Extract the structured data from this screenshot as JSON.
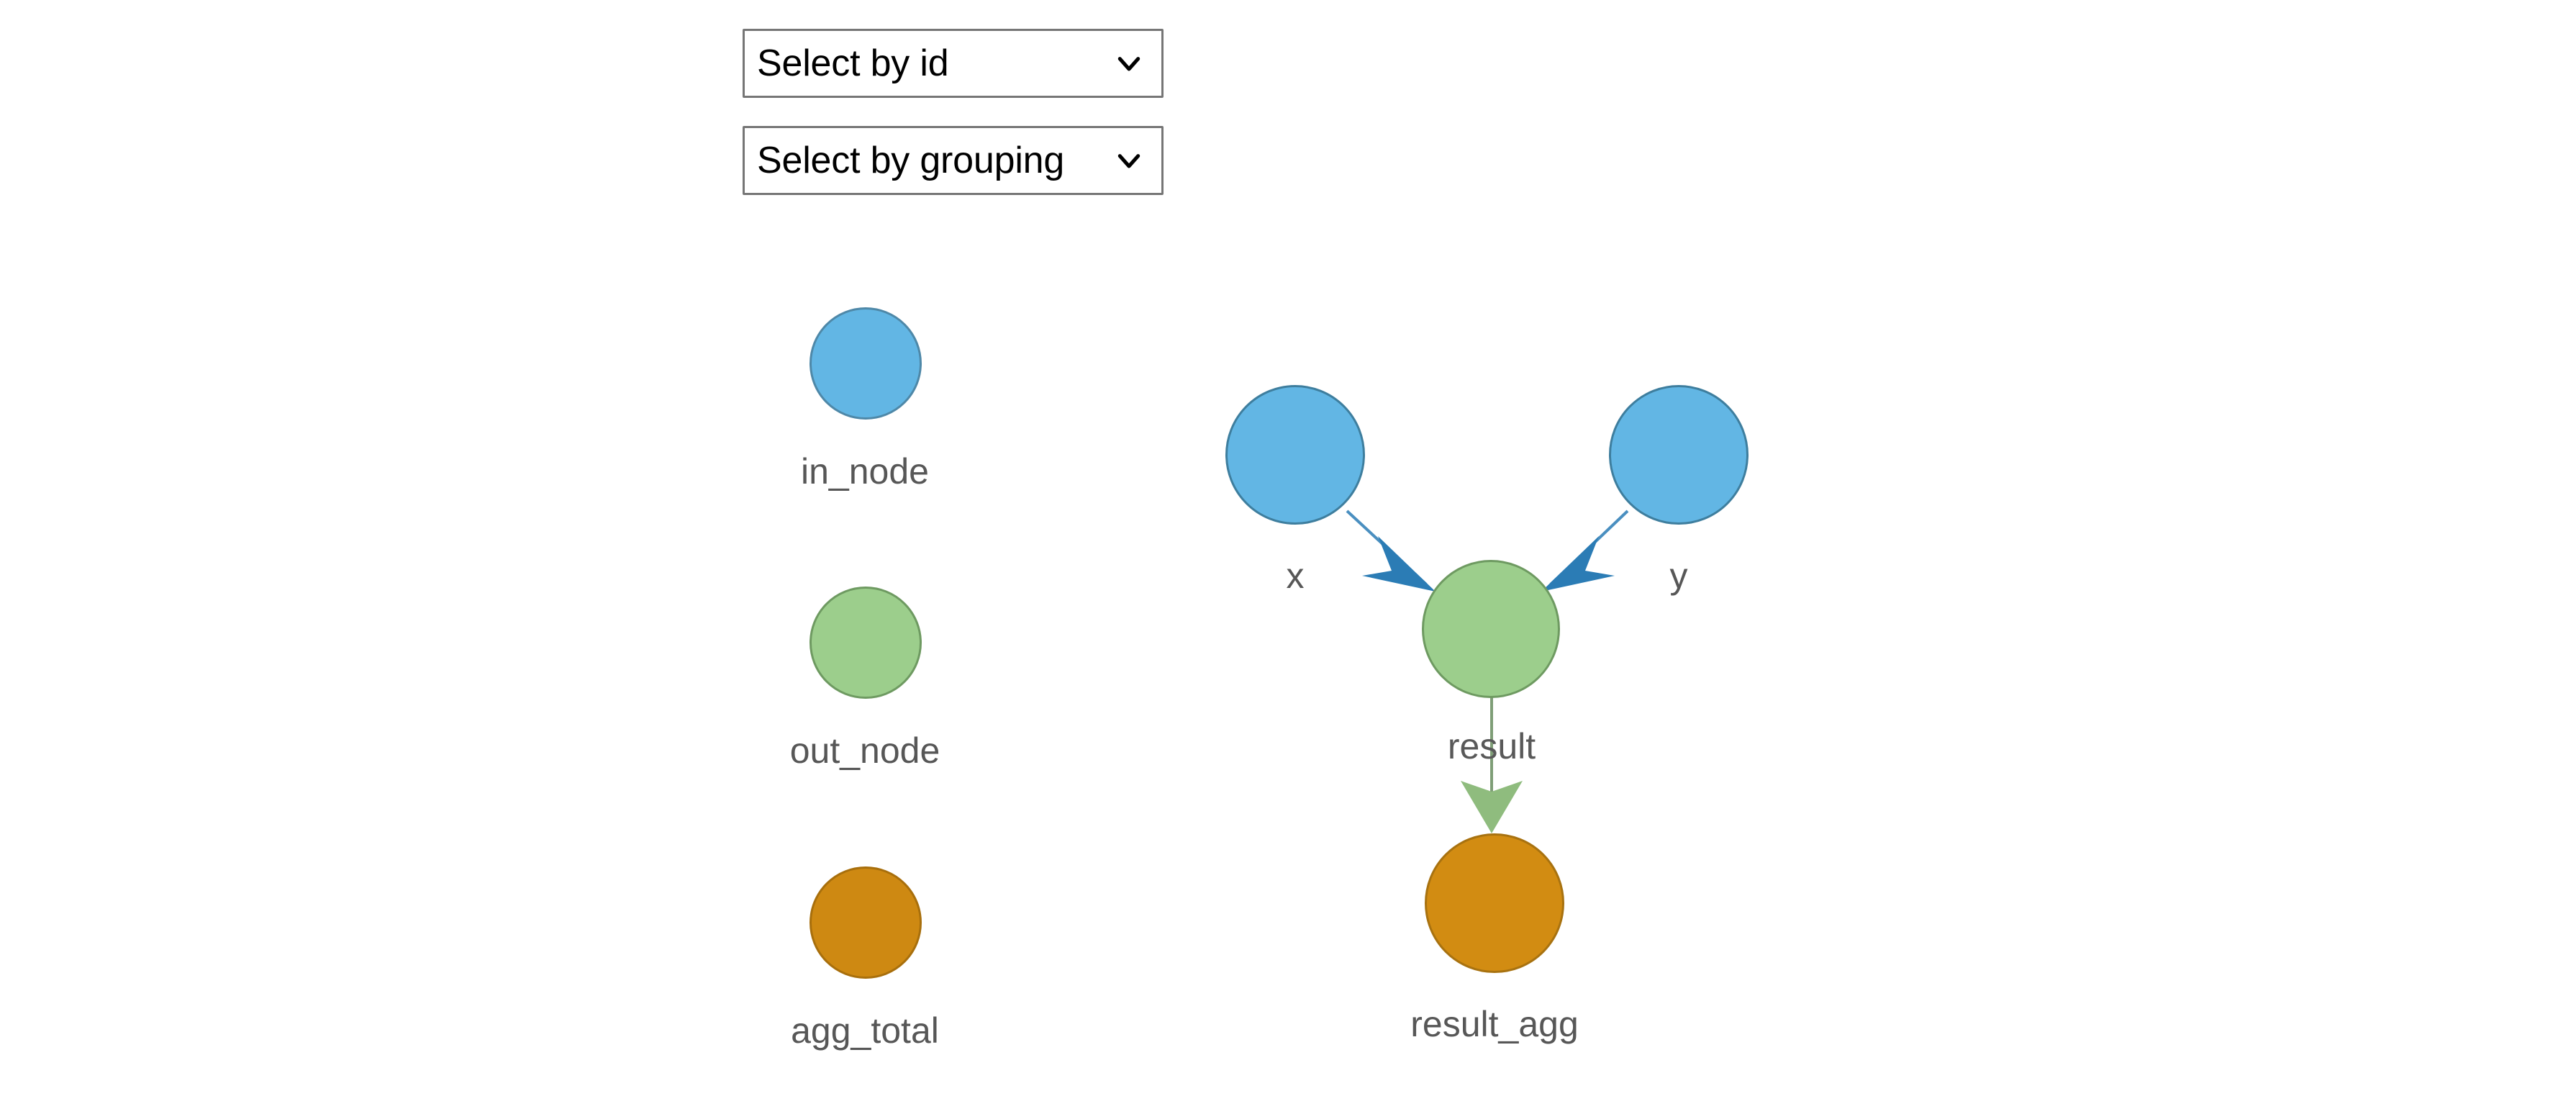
{
  "controls": {
    "id_select": {
      "value": "Select by id",
      "icon": "chevron-down-icon"
    },
    "grouping_select": {
      "value": "Select by grouping",
      "icon": "chevron-down-icon"
    }
  },
  "legend": {
    "items": [
      {
        "label": "in_node",
        "fill": "#62B6E4",
        "stroke": "#4E88A8"
      },
      {
        "label": "out_node",
        "fill": "#9CCE8C",
        "stroke": "#6E9A61"
      },
      {
        "label": "agg_total",
        "fill": "#CE8912",
        "stroke": "#A86F0C"
      }
    ]
  },
  "graph": {
    "nodes": [
      {
        "id": "x",
        "label": "x",
        "type": "in_node",
        "fill": "#62B6E4",
        "stroke": "#3E7E9E"
      },
      {
        "id": "y",
        "label": "y",
        "type": "in_node",
        "fill": "#62B6E4",
        "stroke": "#3E7E9E"
      },
      {
        "id": "result",
        "label": "",
        "type": "out_node",
        "fill": "#9CCE8C",
        "stroke": "#6E9A61"
      },
      {
        "id": "result_agg",
        "label": "result_agg",
        "type": "agg_total",
        "fill": "#D28C12",
        "stroke": "#A87210"
      }
    ],
    "edges": [
      {
        "from": "x",
        "to": "result",
        "label": "",
        "color": "#2B7CB5"
      },
      {
        "from": "y",
        "to": "result",
        "label": "",
        "color": "#2B7CB5"
      },
      {
        "from": "result",
        "to": "result_agg",
        "label": "result",
        "color": "#8FBC7E"
      }
    ]
  }
}
